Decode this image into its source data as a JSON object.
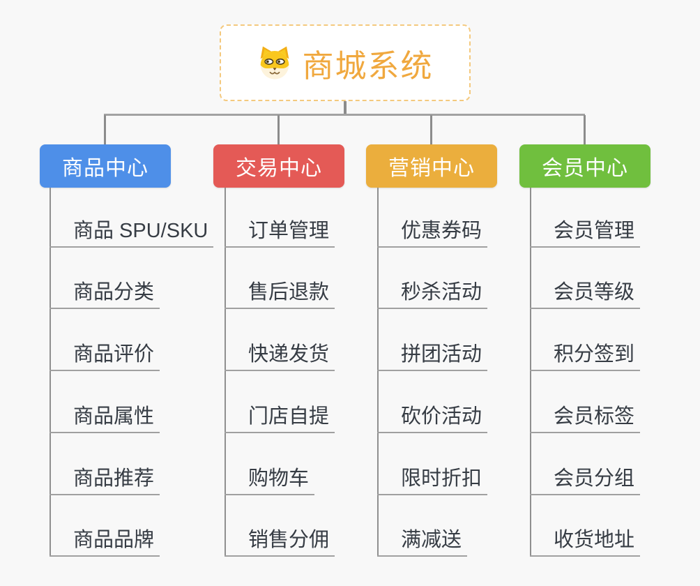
{
  "root": {
    "title": "商城系统",
    "icon": "dog-face-icon",
    "accent_color": "#f0a83e",
    "border_color": "#f4c97e"
  },
  "connector_color": "#8c8c8c",
  "background_color": "#f8f8f8",
  "branches": [
    {
      "label": "商品中心",
      "color": "#4e8fe8",
      "items": [
        "商品 SPU/SKU",
        "商品分类",
        "商品评价",
        "商品属性",
        "商品推荐",
        "商品品牌"
      ]
    },
    {
      "label": "交易中心",
      "color": "#e45a56",
      "items": [
        "订单管理",
        "售后退款",
        "快递发货",
        "门店自提",
        "购物车",
        "销售分佣"
      ]
    },
    {
      "label": "营销中心",
      "color": "#ebae3d",
      "items": [
        "优惠券码",
        "秒杀活动",
        "拼团活动",
        "砍价活动",
        "限时折扣",
        "满减送"
      ]
    },
    {
      "label": "会员中心",
      "color": "#70bf3e",
      "items": [
        "会员管理",
        "会员等级",
        "积分签到",
        "会员标签",
        "会员分组",
        "收货地址"
      ]
    }
  ]
}
